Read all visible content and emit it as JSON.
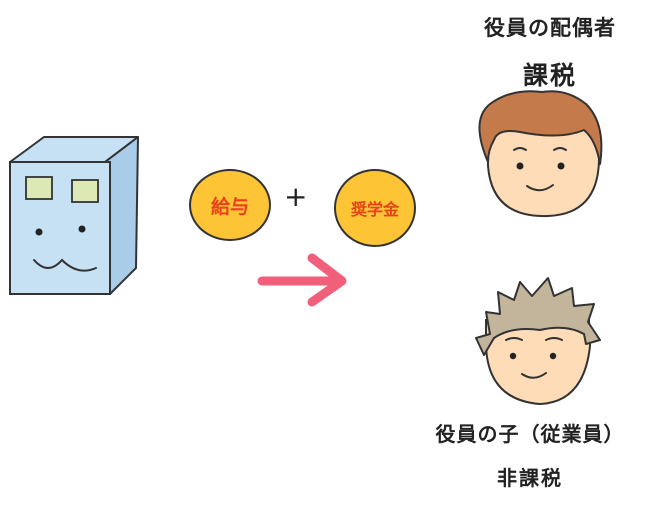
{
  "spouse": {
    "role": "役員の配偶者",
    "tax_status": "課税"
  },
  "child": {
    "role": "役員の子（従業員）",
    "tax_status": "非課税"
  },
  "payments": {
    "salary": "給与",
    "plus": "+",
    "scholarship": "奨学金"
  },
  "colors": {
    "coin_fill": "#fdc535",
    "coin_text": "#e8421c",
    "arrow": "#f0607a",
    "box_fill": "#c6e1f3",
    "window_fill": "#dde9b5",
    "skin": "#fddcb7",
    "hair_spouse": "#c47a4a",
    "hair_child": "#c2b59c"
  },
  "icons": {
    "company": "company-building-icon",
    "spouse_face": "spouse-face-icon",
    "child_face": "child-face-icon",
    "arrow": "right-arrow-icon"
  }
}
